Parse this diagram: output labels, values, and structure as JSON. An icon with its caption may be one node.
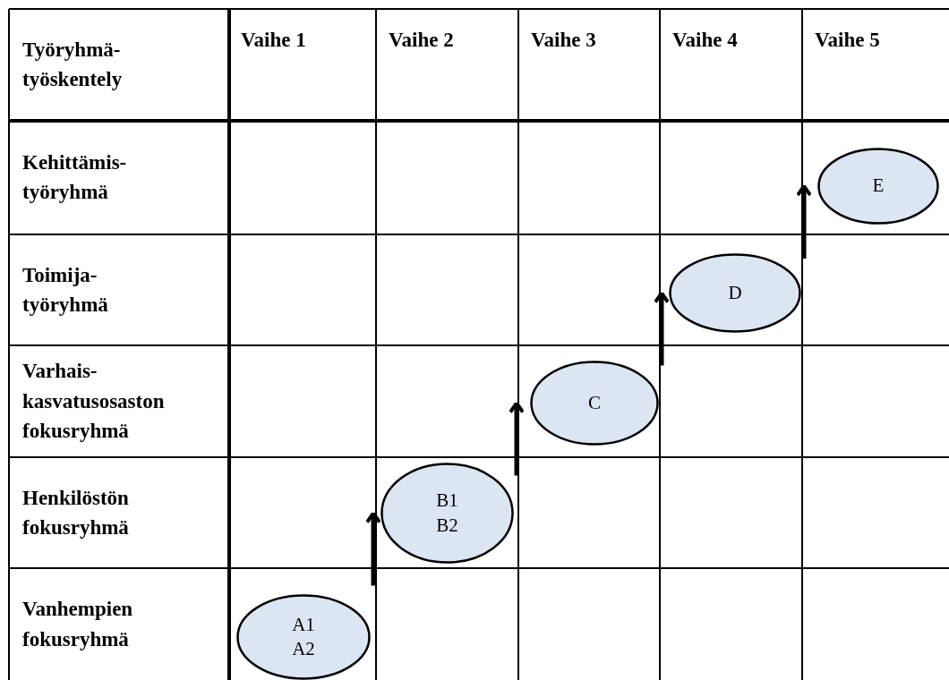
{
  "diagram": {
    "nodes": [
      {
        "text": [
          "E"
        ]
      },
      {
        "text": [
          "D"
        ]
      },
      {
        "text": [
          "C"
        ]
      },
      {
        "text": [
          "B1 B2"
        ]
      },
      {
        "text": [
          "A1 A2"
        ]
      }
    ],
    "edges": [
      {
        "from": 4,
        "to": 3,
        "arrow": "to"
      },
      {
        "from": 3,
        "to": 2,
        "arrow": "to"
      },
      {
        "from": 2,
        "to": 1,
        "arrow": "to"
      },
      {
        "from": 1,
        "to": 0,
        "arrow": "to"
      }
    ],
    "labels": [
      "Työryhmä- työskentely",
      "Vaihe 1",
      "Vaihe 2",
      "Vaihe 3",
      "Vaihe 4",
      "Vaihe 5",
      "Kehittämis- työryhmä",
      "Toimija- työryhmä",
      "Varhais- kasvatusosaston fokusryhmä",
      "Henkilöstön fokusryhmä",
      "Vanhempien fokusryhmä"
    ]
  }
}
